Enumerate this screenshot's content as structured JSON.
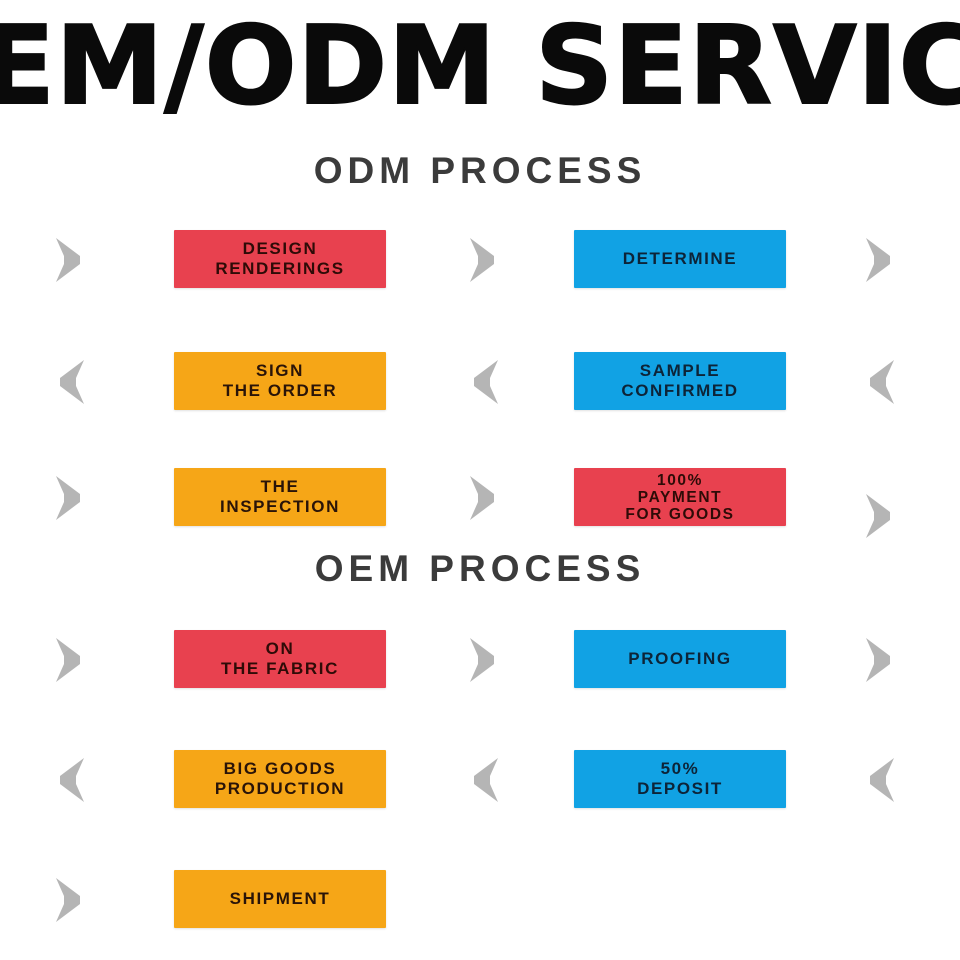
{
  "title": "EM/ODM SERVIC",
  "colors": {
    "red": "#e8414f",
    "blue": "#11a2e4",
    "orange": "#f6a617",
    "arrow_gray": "#b5b5b5",
    "header_gray": "#3b3b3b",
    "background": "#ffffff"
  },
  "sections": [
    {
      "header": "ODM PROCESS",
      "rows": [
        {
          "direction": "right",
          "boxes": [
            {
              "label": "DESIGN\nRENDERINGS",
              "color": "red"
            },
            {
              "label": "DETERMINE",
              "color": "blue"
            }
          ]
        },
        {
          "direction": "left",
          "boxes": [
            {
              "label": "SIGN\nTHE ORDER",
              "color": "orange"
            },
            {
              "label": "SAMPLE\nCONFIRMED",
              "color": "blue"
            }
          ]
        },
        {
          "direction": "right",
          "boxes": [
            {
              "label": "THE\nINSPECTION",
              "color": "orange"
            },
            {
              "label": "100%\nPAYMENT\nFOR GOODS",
              "color": "red"
            }
          ]
        }
      ]
    },
    {
      "header": "OEM PROCESS",
      "rows": [
        {
          "direction": "right",
          "boxes": [
            {
              "label": "ON\nTHE FABRIC",
              "color": "red"
            },
            {
              "label": "PROOFING",
              "color": "blue"
            }
          ]
        },
        {
          "direction": "left",
          "boxes": [
            {
              "label": "BIG GOODS\nPRODUCTION",
              "color": "orange"
            },
            {
              "label": "50%\nDEPOSIT",
              "color": "blue"
            }
          ]
        },
        {
          "direction": "right",
          "boxes": [
            {
              "label": "SHIPMENT",
              "color": "orange"
            }
          ]
        }
      ]
    }
  ],
  "rows_flat": [
    {
      "label_a": "DESIGN\nRENDERINGS",
      "label_b": "DETERMINE"
    },
    {
      "label_a": "SIGN\nTHE ORDER",
      "label_b": "SAMPLE\nCONFIRMED"
    },
    {
      "label_a": "THE\nINSPECTION",
      "label_b": "100%\nPAYMENT\nFOR GOODS"
    },
    {
      "label_a": "ON\nTHE FABRIC",
      "label_b": "PROOFING"
    },
    {
      "label_a": "BIG GOODS\nPRODUCTION",
      "label_b": "50%\nDEPOSIT"
    },
    {
      "label_a": "SHIPMENT",
      "label_b": ""
    }
  ]
}
